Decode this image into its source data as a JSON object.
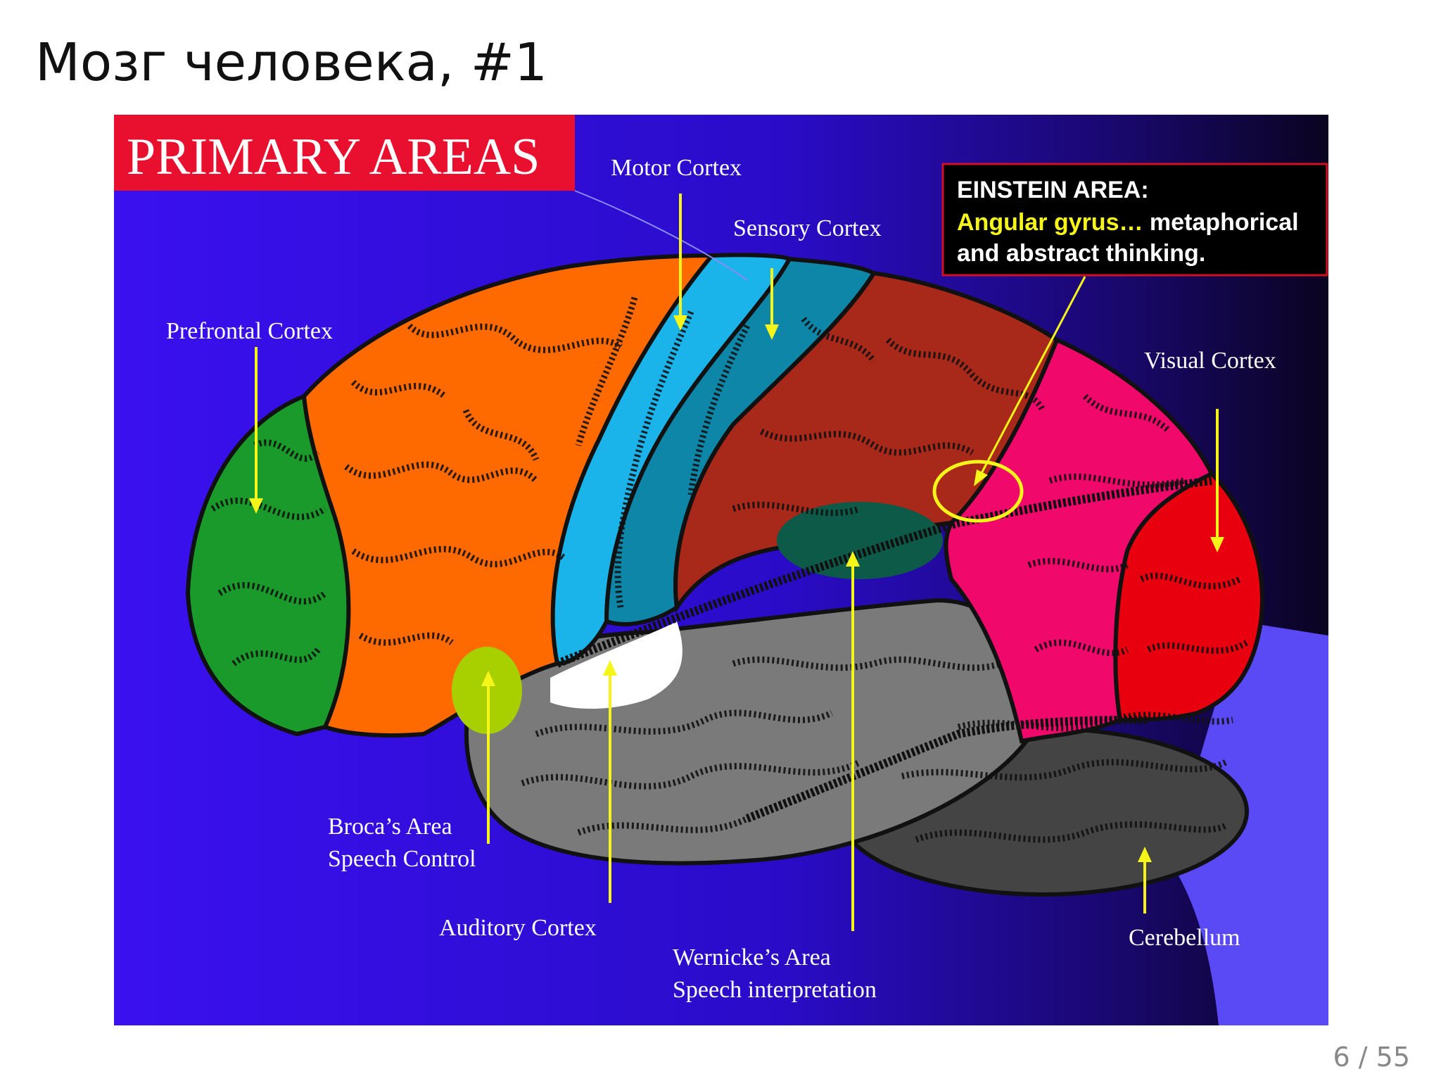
{
  "slide": {
    "title": "Мозг человека, #1",
    "page": "6 / 55"
  },
  "figure": {
    "banner": "PRIMARY AREAS",
    "labels": {
      "motor_cortex": "Motor Cortex",
      "sensory_cortex": "Sensory Cortex",
      "prefrontal_cortex": "Prefrontal Cortex",
      "visual_cortex": "Visual Cortex",
      "brocas_area_line1": "Broca’s Area",
      "brocas_area_line2": "Speech Control",
      "auditory_cortex": "Auditory Cortex",
      "wernickes_area_line1": "Wernicke’s Area",
      "wernickes_area_line2": "Speech interpretation",
      "cerebellum": "Cerebellum"
    },
    "einstein_box": {
      "heading": "EINSTEIN AREA:",
      "highlight": "Angular gyrus…",
      "line1_rest": " metaphorical",
      "line2": "and abstract thinking."
    }
  },
  "colors": {
    "background_blue": "#3a10f0",
    "banner_red": "#e8102e",
    "prefrontal_green": "#1a9a2a",
    "frontal_orange": "#ff6a00",
    "motor_lightblue": "#1ab4ea",
    "sensory_teal": "#0e86a8",
    "parietal_brown": "#a8281a",
    "occipital_pink": "#f0086a",
    "visual_red": "#e8000e",
    "temporal_gray": "#7a7a7a",
    "cerebellum_gray": "#444444",
    "arrow_yellow": "#f5f51a"
  }
}
